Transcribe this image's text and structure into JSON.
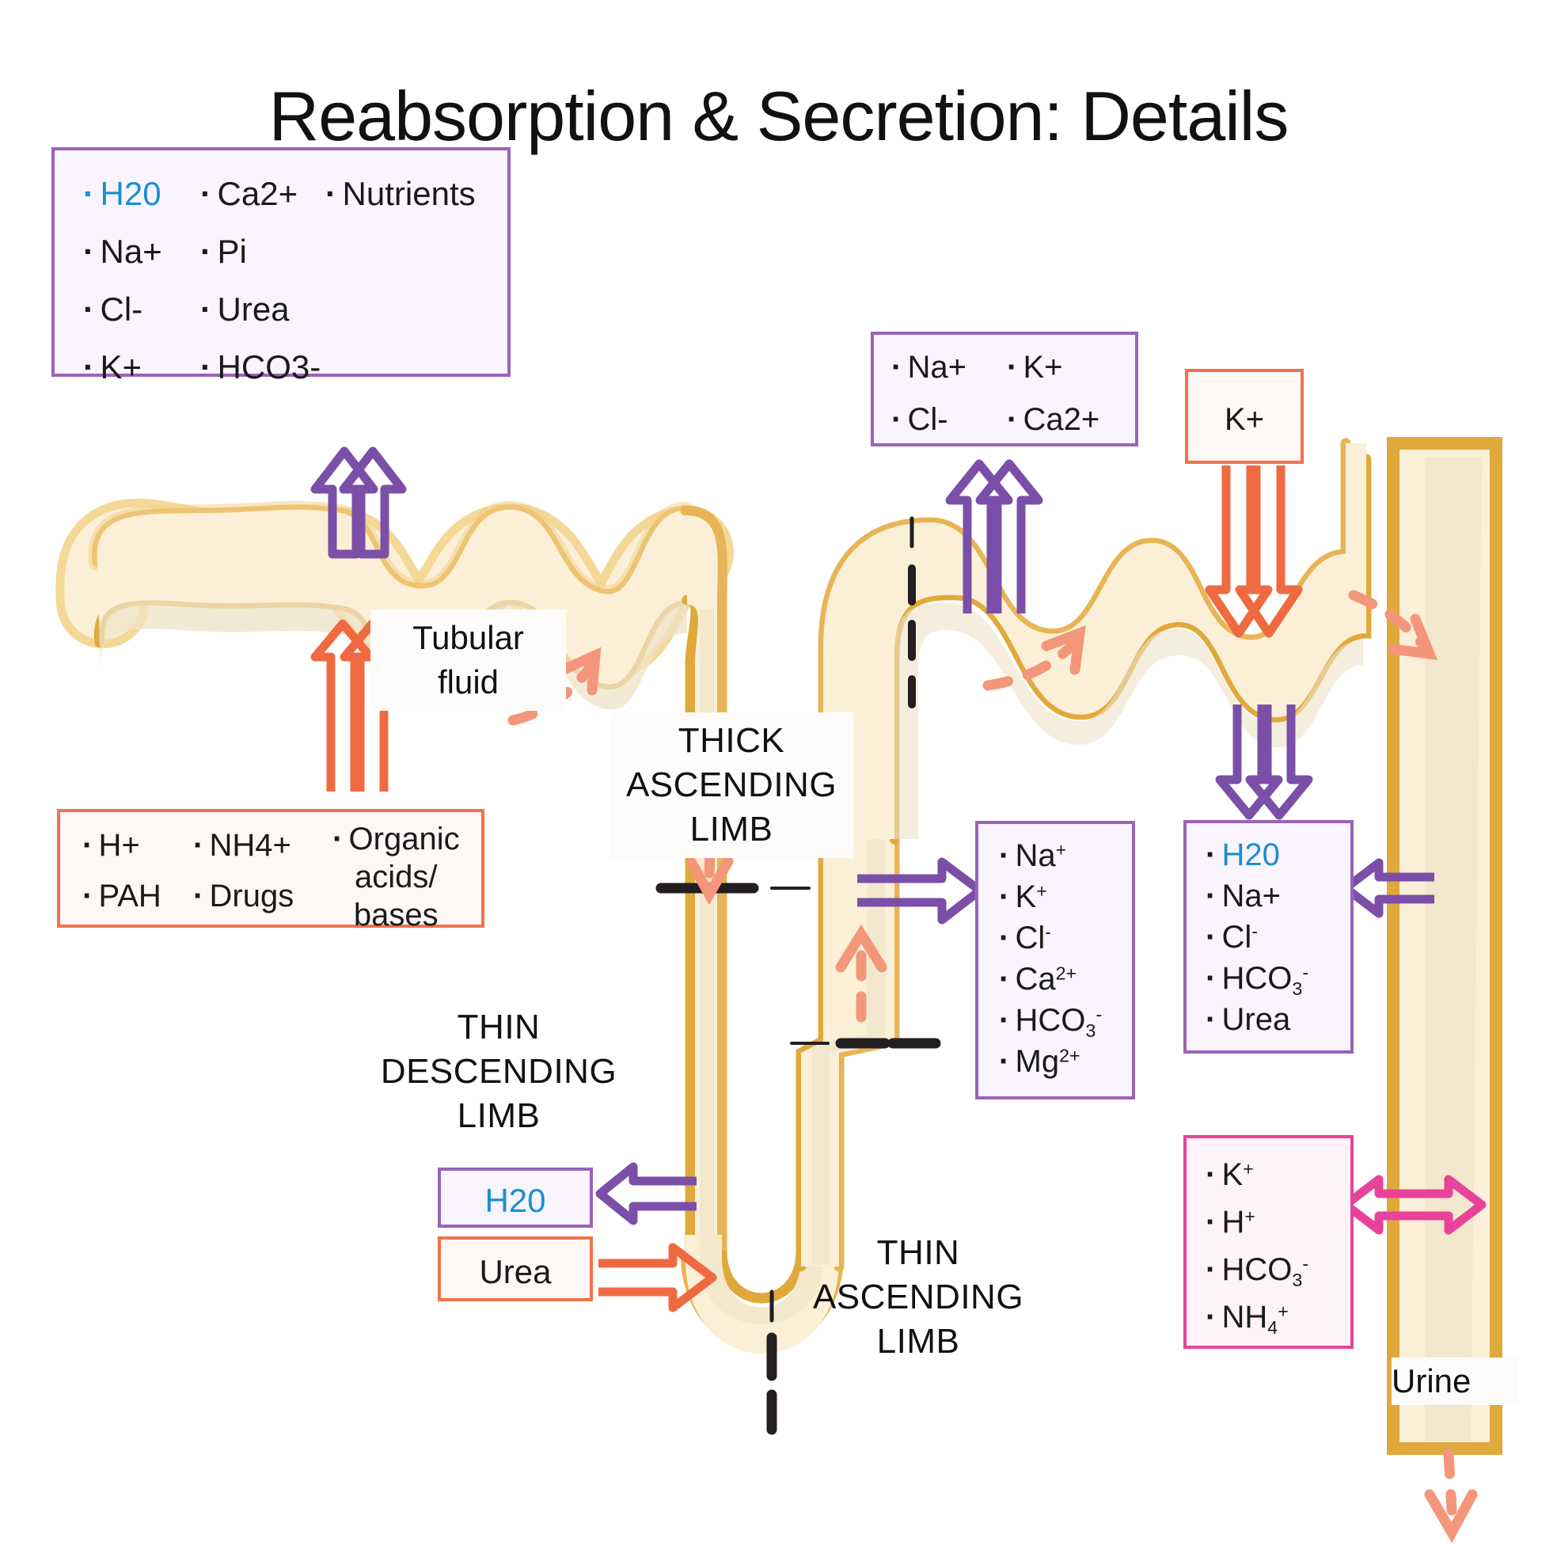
{
  "title": "Reabsorption & Secretion: Details",
  "colors": {
    "purple": "#9a63b8",
    "purple_arrow": "#7b4fa8",
    "orange": "#f0734a",
    "orange_arrow": "#ef6a41",
    "salmon_dashed": "#f4967a",
    "pink": "#e8439a",
    "tubule_wall": "#e0a93c",
    "tubule_wall_light": "#f0cf84",
    "tubule_fill": "#fbf0d7",
    "water_text": "#1b8fd0",
    "box_fill": "#fbf7fd",
    "text": "#1a1a1a"
  },
  "pct_reabsorption_box": {
    "border_color": "#9a63b8",
    "column1": [
      "H20",
      "Na+",
      "Cl-",
      "K+"
    ],
    "column2": [
      "Ca2+",
      "Pi",
      "Urea",
      "HCO3-"
    ],
    "column3": [
      "Nutrients"
    ],
    "highlighted": "H20"
  },
  "pct_secretion_box": {
    "border_color": "#f0734a",
    "column1": [
      "H+",
      "PAH"
    ],
    "column2": [
      "NH4+",
      "Drugs"
    ],
    "column3_lines": [
      "Organic",
      "acids/",
      "bases"
    ]
  },
  "tal_top_box": {
    "border_color": "#9a63b8",
    "column1": [
      "Na+",
      "Cl-"
    ],
    "column2": [
      "K+",
      "Ca2+"
    ]
  },
  "k_secretion_box": {
    "border_color": "#f0734a",
    "label": "K+"
  },
  "tal_box": {
    "border_color": "#9a63b8",
    "items": [
      {
        "base": "Na",
        "sup": "+"
      },
      {
        "base": "K",
        "sup": "+"
      },
      {
        "base": "Cl",
        "sup": "-"
      },
      {
        "base": "Ca",
        "sup": "2+"
      },
      {
        "base": "HCO",
        "sub": "3",
        "sup": "-"
      },
      {
        "base": "Mg",
        "sup": "2+"
      }
    ]
  },
  "collecting_duct_reabsorption_box": {
    "border_color": "#9a63b8",
    "items": [
      {
        "base": "H20",
        "highlight": true
      },
      {
        "base": "Na+"
      },
      {
        "base": "Cl",
        "sup": "-"
      },
      {
        "base": "HCO",
        "sub": "3",
        "sup": "-"
      },
      {
        "base": "Urea"
      }
    ]
  },
  "collecting_duct_secretion_box": {
    "border_color": "#e8439a",
    "items": [
      {
        "base": "K",
        "sup": "+"
      },
      {
        "base": "H",
        "sup": "+"
      },
      {
        "base": "HCO",
        "sub": "3",
        "sup": "-"
      },
      {
        "base": "NH",
        "sub": "4",
        "sup": "+"
      }
    ]
  },
  "thin_descending_boxes": {
    "water": {
      "label": "H20",
      "border_color": "#9a63b8",
      "highlighted": true
    },
    "urea": {
      "label": "Urea",
      "border_color": "#f0734a"
    }
  },
  "labels": {
    "tubular_fluid": "Tubular\nfluid",
    "thick_ascending_limb": "THICK\nASCENDING\nLIMB",
    "thin_descending_limb": "THIN\nDESCENDING\nLIMB",
    "thin_ascending_limb": "THIN\nASCENDING\nLIMB",
    "urine": "Urine"
  },
  "label_lines": {
    "tubular_fluid": [
      "Tubular",
      "fluid"
    ],
    "thick_ascending_limb": [
      "THICK",
      "ASCENDING",
      "LIMB"
    ],
    "thin_descending_limb": [
      "THIN",
      "DESCENDING",
      "LIMB"
    ],
    "thin_ascending_limb": [
      "THIN",
      "ASCENDING",
      "LIMB"
    ]
  },
  "arrows": [
    {
      "name": "pct-reabsorption-arrow",
      "color": "#7b4fa8",
      "direction": "up"
    },
    {
      "name": "pct-secretion-arrow",
      "color": "#ef6a41",
      "direction": "up"
    },
    {
      "name": "tal-reabsorption-arrow-top",
      "color": "#7b4fa8",
      "direction": "up"
    },
    {
      "name": "k-secretion-arrow",
      "color": "#ef6a41",
      "direction": "down"
    },
    {
      "name": "cd-reabsorption-arrow",
      "color": "#7b4fa8",
      "direction": "down"
    },
    {
      "name": "tal-reabsorption-arrow-right",
      "color": "#7b4fa8",
      "direction": "right"
    },
    {
      "name": "cd-water-reabsorption-arrow",
      "color": "#7b4fa8",
      "direction": "left"
    },
    {
      "name": "cd-secretion-arrow",
      "color": "#e8439a",
      "direction": "both"
    },
    {
      "name": "tdl-water-arrow",
      "color": "#7b4fa8",
      "direction": "left"
    },
    {
      "name": "tdl-urea-arrow",
      "color": "#ef6a41",
      "direction": "right"
    },
    {
      "name": "flow-arrow-pct",
      "color": "#f4967a",
      "direction": "dashed-right"
    },
    {
      "name": "flow-arrow-tal",
      "color": "#f4967a",
      "direction": "dashed-right"
    },
    {
      "name": "flow-arrow-dct",
      "color": "#f4967a",
      "direction": "dashed-right"
    },
    {
      "name": "flow-arrow-descending",
      "color": "#f4967a",
      "direction": "dashed-down"
    },
    {
      "name": "flow-arrow-ascending",
      "color": "#f4967a",
      "direction": "dashed-up"
    },
    {
      "name": "urine-flow-arrow",
      "color": "#f4967a",
      "direction": "dashed-down"
    }
  ]
}
